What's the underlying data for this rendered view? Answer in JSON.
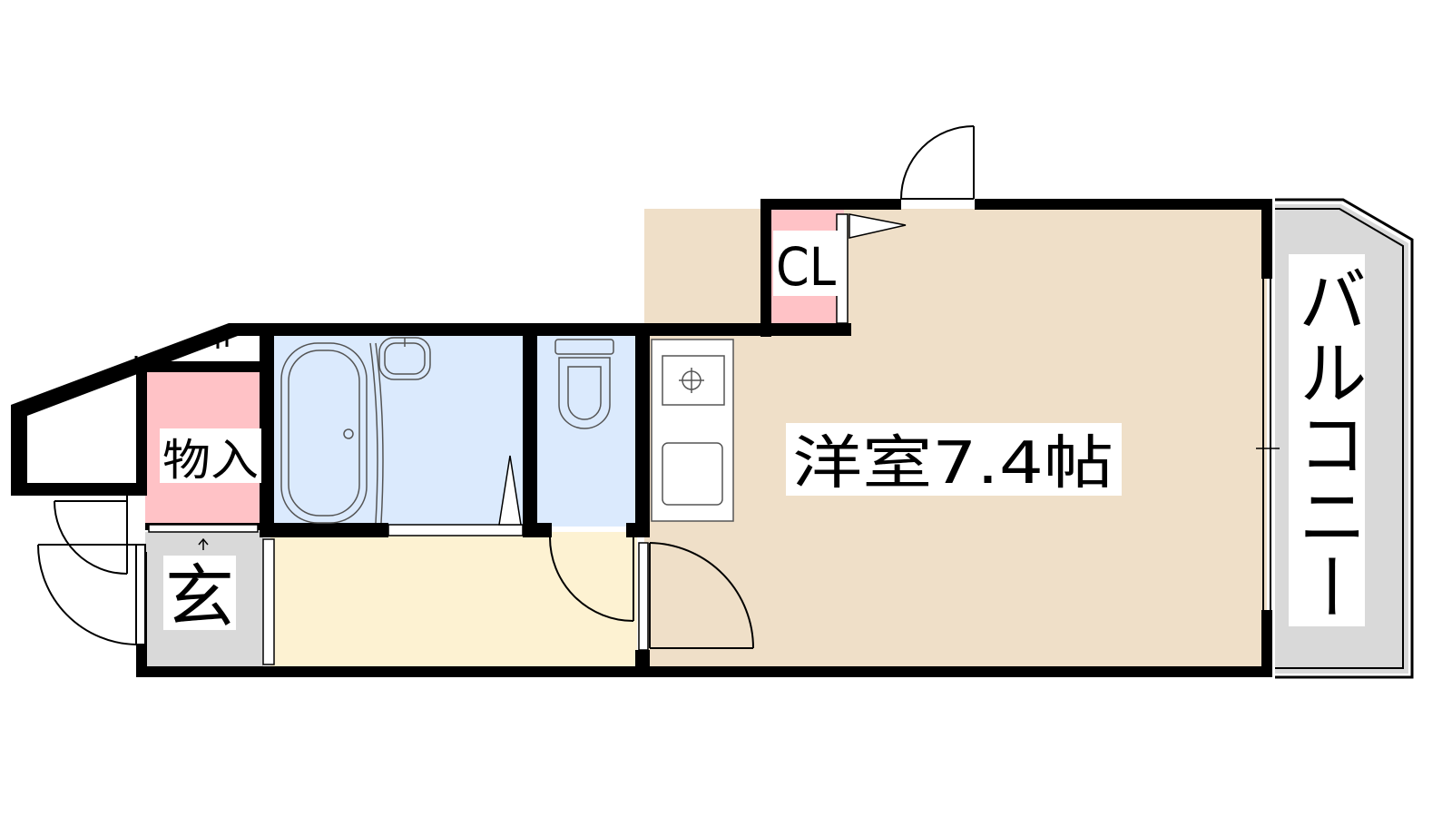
{
  "rooms": {
    "western_room": {
      "label": "洋室7.4帖",
      "color": "#efdfc8"
    },
    "balcony": {
      "label": "バルコニー",
      "color": "#d9d9d9"
    },
    "closet": {
      "label": "CL",
      "color": "#ffc2c6"
    },
    "storage": {
      "label": "物入",
      "color": "#ffc2c6"
    },
    "entrance": {
      "label": "玄",
      "color": "#d9d9d9"
    },
    "bathroom": {
      "color": "#dbeafd"
    },
    "toilet": {
      "color": "#dbeafd"
    },
    "hallway": {
      "color": "#fdf2d2"
    }
  },
  "colors": {
    "wall": "#000000",
    "fixture_stroke": "#555555"
  }
}
